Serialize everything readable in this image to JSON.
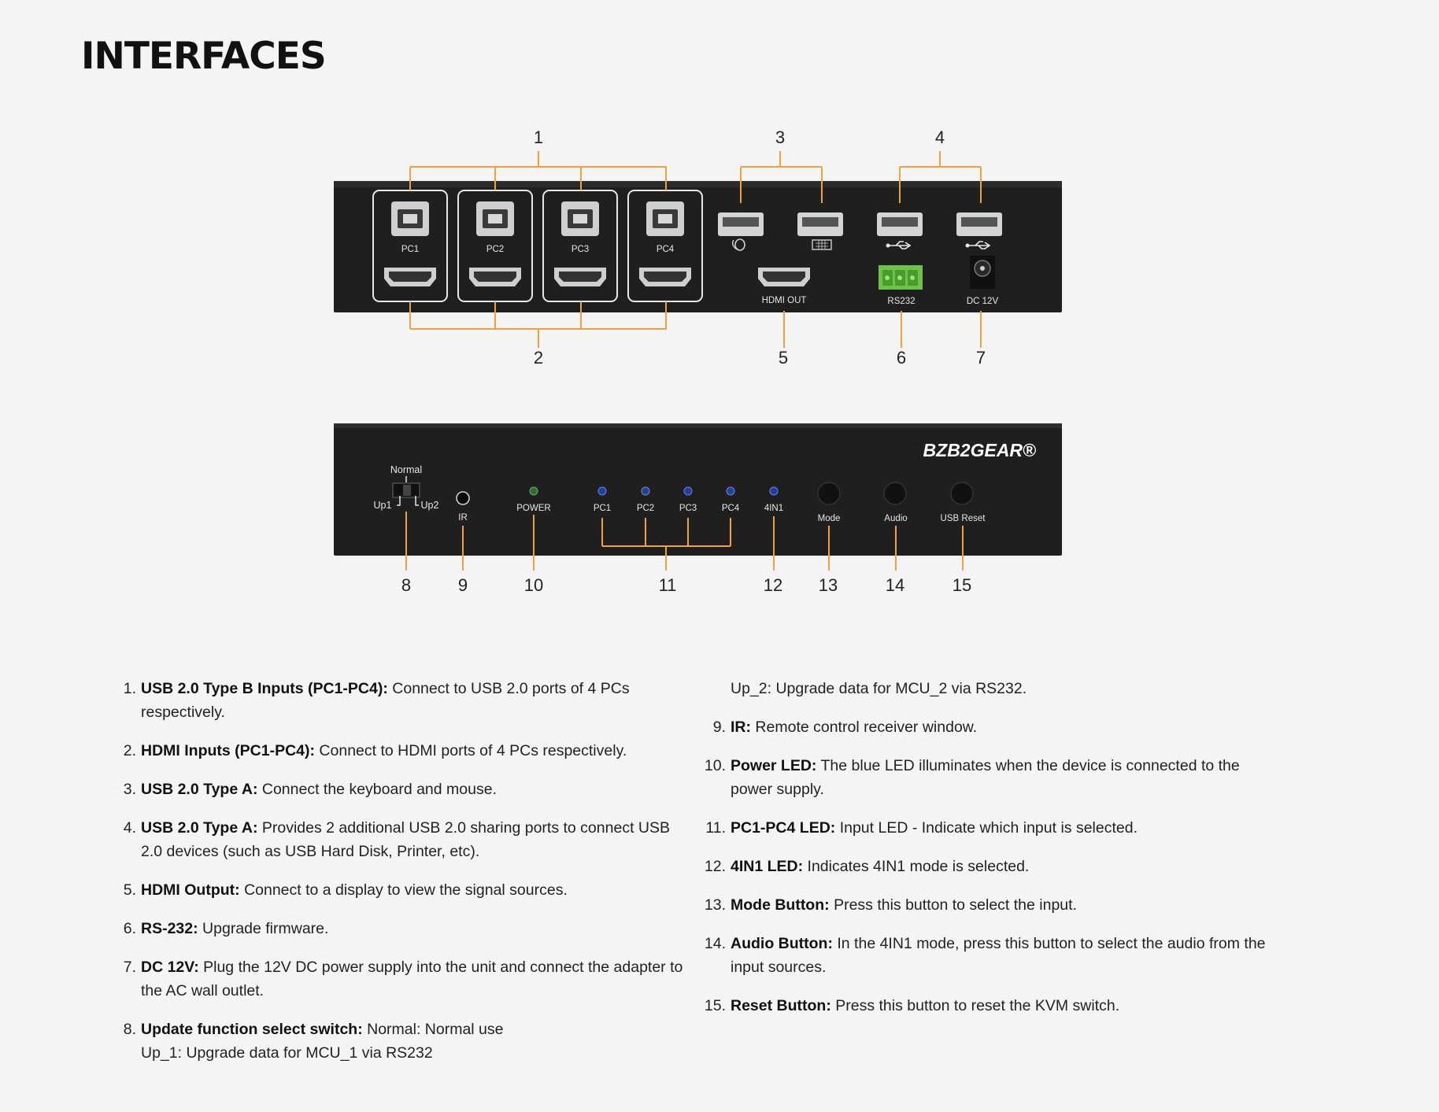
{
  "page": {
    "title": "INTERFACES"
  },
  "rear_panel": {
    "port_labels": {
      "pc1": "PC1",
      "pc2": "PC2",
      "pc3": "PC3",
      "pc4": "PC4",
      "hdmi_out": "HDMI OUT",
      "rs232": "RS232",
      "dc": "DC 12V"
    },
    "callouts": [
      "1",
      "2",
      "3",
      "4",
      "5",
      "6",
      "7"
    ]
  },
  "front_panel": {
    "brand": "BZB2GEAR®",
    "switch_labels": {
      "normal": "Normal",
      "up1": "Up1",
      "up2": "Up2"
    },
    "labels": {
      "ir": "IR",
      "power": "POWER",
      "pc1": "PC1",
      "pc2": "PC2",
      "pc3": "PC3",
      "pc4": "PC4",
      "fourin1": "4IN1",
      "mode": "Mode",
      "audio": "Audio",
      "usb_reset": "USB Reset"
    },
    "callouts": [
      "8",
      "9",
      "10",
      "11",
      "12",
      "13",
      "14",
      "15"
    ]
  },
  "colors": {
    "accent": "#f0a13c",
    "panel": "#1f1f1f",
    "power_led": "#2e6b2e",
    "input_led": "#1f3f9e",
    "terminal": "#6ec24a"
  },
  "descriptions": [
    {
      "num": "1.",
      "term": "USB 2.0 Type B Inputs (PC1-PC4):",
      "text": "Connect to USB 2.0 ports of 4 PCs respectively."
    },
    {
      "num": "2.",
      "term": "HDMI Inputs (PC1-PC4):",
      "text": "Connect to HDMI ports of 4 PCs respectively."
    },
    {
      "num": "3.",
      "term": "USB 2.0 Type A:",
      "text": "Connect the keyboard and mouse."
    },
    {
      "num": "4.",
      "term": "USB 2.0 Type A:",
      "text": "Provides 2 additional USB 2.0 sharing ports to connect USB 2.0 devices (such as USB Hard Disk, Printer, etc)."
    },
    {
      "num": "5.",
      "term": "HDMI Output:",
      "text": "Connect to a display to view the signal sources."
    },
    {
      "num": "6.",
      "term": "RS-232:",
      "text": "Upgrade firmware."
    },
    {
      "num": "7.",
      "term": "DC 12V:",
      "text": "Plug the 12V DC power supply into the unit and connect the adapter to the AC wall outlet."
    },
    {
      "num": "8.",
      "term": "Update function select switch:",
      "text": "Normal: Normal use",
      "line2": "Up_1: Upgrade data for MCU_1 via RS232",
      "line3": "Up_2: Upgrade data for MCU_2 via RS232."
    },
    {
      "num": "9.",
      "term": "IR:",
      "text": "Remote control receiver window."
    },
    {
      "num": "10.",
      "term": "Power LED:",
      "text": "The blue LED illuminates when the device is connected to the power supply."
    },
    {
      "num": "11.",
      "term": "PC1-PC4 LED:",
      "text": "Input LED - Indicate which input is selected."
    },
    {
      "num": "12.",
      "term": "4IN1 LED:",
      "text": "Indicates 4IN1 mode is selected."
    },
    {
      "num": "13.",
      "term": "Mode Button:",
      "text": "Press this button to select the input."
    },
    {
      "num": "14.",
      "term": "Audio Button:",
      "text": "In the 4IN1 mode, press this button to select the audio from the input sources."
    },
    {
      "num": "15.",
      "term": "Reset Button:",
      "text": "Press this button to reset the KVM switch."
    }
  ]
}
